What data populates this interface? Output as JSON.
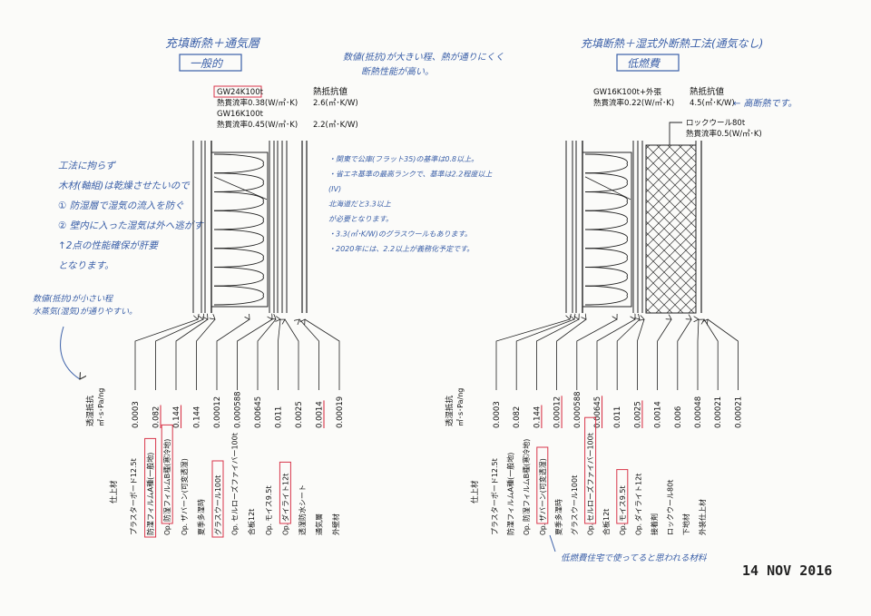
{
  "left": {
    "heading": "充填断熱＋通気層",
    "badge": "一般的",
    "thermal_title": "熱抵抗値",
    "gw24_label": "GW24K100t",
    "gw24_flux": "熱貫流率0.38(W/㎡･K)",
    "gw24_r": "2.6(㎡･K/W)",
    "gw16_label": "GW16K100t",
    "gw16_flux": "熱貫流率0.45(W/㎡･K)",
    "gw16_r": "2.2(㎡･K/W)",
    "note_values": "数値(抵抗)が大きい程、熱が通りにくく",
    "note_values2": "断熱性能が高い。",
    "note_construction": [
      "工法に拘らず",
      "木材(軸組)は乾燥させたいので",
      "① 防湿層で湿気の流入を防ぐ",
      "② 壁内に入った湿気は外へ逃がす",
      "↑2点の性能確保が肝要",
      "となります。"
    ],
    "note_standard": [
      "・関東で公庫(フラット35)の基準は0.8以上。",
      "・省エネ基準の最高ランクで、基準は2.2程度以上",
      "(IV)",
      "北海道だと3.3以上",
      "が必要となります。",
      "・3.3(㎡･K/W)のグラスウールもあります。",
      "・2020年には、2.2以上が義務化予定です。"
    ],
    "note_permeance": [
      "数値(抵抗)が小さい程",
      "水蒸気(湿気)が通りやすい。"
    ],
    "permeance_title": "透湿抵抗",
    "permeance_unit": "㎡･s･Pa/ng",
    "finish": "仕上材",
    "values": [
      {
        "v": "0.0003",
        "red": false
      },
      {
        "v": "0.082",
        "red": true
      },
      {
        "v": "0.144",
        "red": true
      },
      {
        "v": "0.144",
        "red": false
      },
      {
        "v": "0.00012",
        "red": false
      },
      {
        "v": "0.000588",
        "red": false
      },
      {
        "v": "0.00645",
        "red": false
      },
      {
        "v": "0.011",
        "red": false
      },
      {
        "v": "0.0025",
        "red": false
      },
      {
        "v": "0.0014",
        "red": true
      },
      {
        "v": "0.00019",
        "red": false
      }
    ],
    "materials": [
      {
        "name": "プラスターボード12.5t",
        "op": "",
        "red": false
      },
      {
        "name": "防湿フィルムA種(一般地)",
        "op": "",
        "red": true
      },
      {
        "name": "防湿フィルムB種(寒冷地)",
        "op": "Op.",
        "red": true
      },
      {
        "name": "ザバーン(可変透湿)",
        "op": "Op.",
        "red": false
      },
      {
        "name": "夏季多湿時",
        "op": "",
        "red": false
      },
      {
        "name": "グラスウール100t",
        "op": "",
        "red": true
      },
      {
        "name": "セルローズファイバー100t",
        "op": "Op.",
        "red": false
      },
      {
        "name": "合板12t",
        "op": "",
        "red": false
      },
      {
        "name": "モイス9.5t",
        "op": "Op.",
        "red": false
      },
      {
        "name": "ダイライト12t",
        "op": "Op.",
        "red": true
      },
      {
        "name": "透湿防水シート",
        "op": "",
        "red": false
      },
      {
        "name": "通気層",
        "op": "",
        "red": false
      },
      {
        "name": "外壁材",
        "op": "",
        "red": false
      }
    ]
  },
  "right": {
    "heading": "充填断熱＋湿式外断熱工法(通気なし)",
    "badge": "低燃費",
    "thermal_title": "熱抵抗値",
    "gw16_label": "GW16K100t+外張",
    "gw16_flux": "熱貫流率0.22(W/㎡･K)",
    "gw16_r": "4.5(㎡･K/W)",
    "note_high": "← 高断熱です。",
    "rock_label": "ロックウール80t",
    "rock_flux": "熱貫流率0.5(W/㎡･K)",
    "note_bottom": "低燃費住宅で使ってると思われる材料",
    "permeance_title": "透湿抵抗",
    "permeance_unit": "㎡･s･Pa/ng",
    "finish": "仕上材",
    "values": [
      {
        "v": "0.0003",
        "red": false
      },
      {
        "v": "0.082",
        "red": false
      },
      {
        "v": "0.144",
        "red": true
      },
      {
        "v": "0.00012",
        "red": true
      },
      {
        "v": "0.000588",
        "red": false
      },
      {
        "v": "0.00645",
        "red": true
      },
      {
        "v": "0.011",
        "red": false
      },
      {
        "v": "0.0025",
        "red": true
      },
      {
        "v": "0.0014",
        "red": false
      },
      {
        "v": "0.006",
        "red": false
      },
      {
        "v": "0.00048",
        "red": false
      },
      {
        "v": "0.00021",
        "red": false
      },
      {
        "v": "0.00021",
        "red": false
      }
    ],
    "materials": [
      {
        "name": "プラスターボード12.5t",
        "op": "",
        "red": false
      },
      {
        "name": "防湿フィルムA種(一般地)",
        "op": "",
        "red": false
      },
      {
        "name": "防湿フィルムB種(寒冷地)",
        "op": "Op.",
        "red": false
      },
      {
        "name": "ザバーン(可変透湿)",
        "op": "Op.",
        "red": true
      },
      {
        "name": "夏季多湿時",
        "op": "",
        "red": false
      },
      {
        "name": "グラスウール100t",
        "op": "",
        "red": false
      },
      {
        "name": "セルローズファイバー100t",
        "op": "Op.",
        "red": true
      },
      {
        "name": "合板12t",
        "op": "",
        "red": false
      },
      {
        "name": "モイス9.5t",
        "op": "Op.",
        "red": true
      },
      {
        "name": "ダイライト12t",
        "op": "Op.",
        "red": false
      },
      {
        "name": "接着剤",
        "op": "",
        "red": false
      },
      {
        "name": "ロックウール80t",
        "op": "",
        "red": false
      },
      {
        "name": "下地材",
        "op": "",
        "red": false
      },
      {
        "name": "外装仕上材",
        "op": "",
        "red": false
      }
    ]
  },
  "stamp": "14 NOV 2016",
  "colors": {
    "ink": "#111111",
    "pen": "#3a5fa8",
    "mark": "#d8364a",
    "paper": "#fbfbf9"
  }
}
